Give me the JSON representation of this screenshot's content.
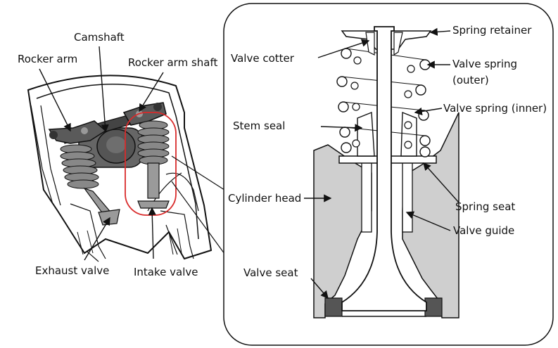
{
  "labels": {
    "camshaft": "Camshaft",
    "rocker_arm": "Rocker arm",
    "rocker_arm_shaft": "Rocker arm shaft",
    "exhaust_valve": "Exhaust valve",
    "intake_valve": "Intake valve",
    "valve_cotter": "Valve cotter",
    "spring_retainer": "Spring retainer",
    "valve_spring_outer_1": "Valve spring",
    "valve_spring_outer_2": "(outer)",
    "valve_spring_inner": "Valve spring (inner)",
    "stem_seal": "Stem seal",
    "cylinder_head": "Cylinder head",
    "spring_seat": "Spring seat",
    "valve_guide": "Valve guide",
    "valve_seat": "Valve seat"
  },
  "colors": {
    "line": "#111111",
    "head_fill": "#cfcfcf",
    "seat_fill": "#555555",
    "highlight": "#d92b2b"
  }
}
